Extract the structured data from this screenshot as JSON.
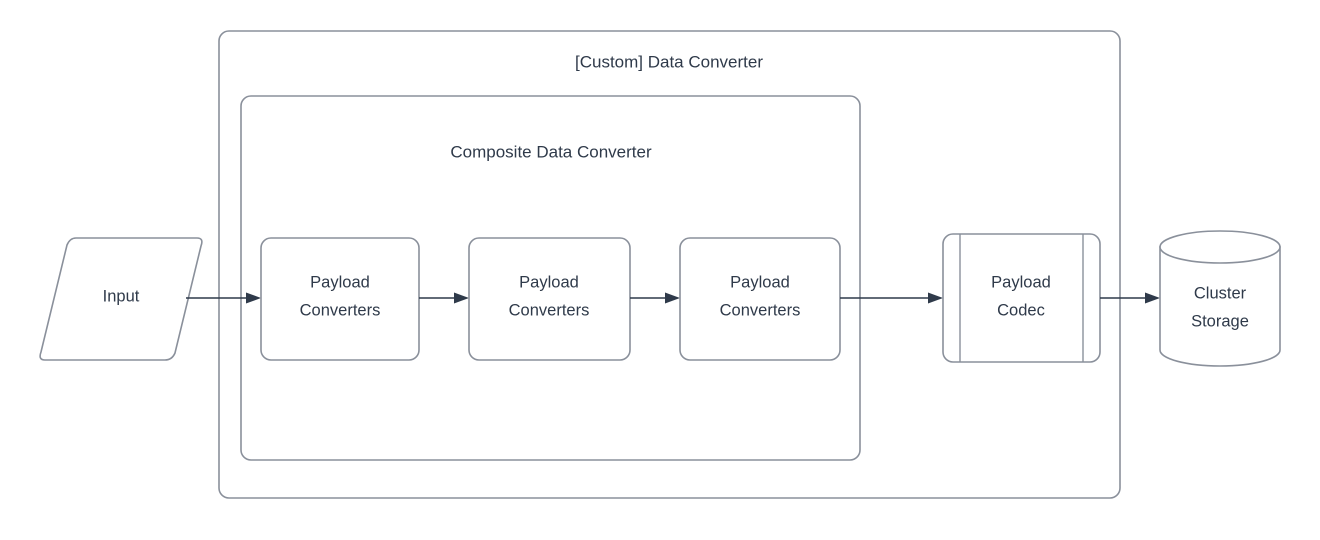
{
  "diagram": {
    "title": "[Custom] Data Converter",
    "background_color": "#ffffff",
    "stroke_color": "#8a909b",
    "text_color": "#2f3a4a",
    "connector_color": "#2f3a4a",
    "containers": [
      {
        "id": "custom-data-converter",
        "label": "[Custom] Data Converter",
        "shape": "rounded-rectangle"
      },
      {
        "id": "composite-data-converter",
        "label": "Composite Data Converter",
        "shape": "rounded-rectangle"
      }
    ],
    "nodes": [
      {
        "id": "input",
        "label": "Input",
        "shape": "parallelogram"
      },
      {
        "id": "payload-converters-1",
        "label_line1": "Payload",
        "label_line2": "Converters",
        "shape": "rounded-rectangle"
      },
      {
        "id": "payload-converters-2",
        "label_line1": "Payload",
        "label_line2": "Converters",
        "shape": "rounded-rectangle"
      },
      {
        "id": "payload-converters-3",
        "label_line1": "Payload",
        "label_line2": "Converters",
        "shape": "rounded-rectangle"
      },
      {
        "id": "payload-codec",
        "label_line1": "Payload",
        "label_line2": "Codec",
        "shape": "predefined-process"
      },
      {
        "id": "cluster-storage",
        "label_line1": "Cluster",
        "label_line2": "Storage",
        "shape": "cylinder"
      }
    ],
    "edges": [
      {
        "from": "input",
        "to": "payload-converters-1",
        "style": "arrow"
      },
      {
        "from": "payload-converters-1",
        "to": "payload-converters-2",
        "style": "arrow"
      },
      {
        "from": "payload-converters-2",
        "to": "payload-converters-3",
        "style": "arrow"
      },
      {
        "from": "payload-converters-3",
        "to": "payload-codec",
        "style": "arrow"
      },
      {
        "from": "payload-codec",
        "to": "cluster-storage",
        "style": "arrow"
      }
    ]
  }
}
